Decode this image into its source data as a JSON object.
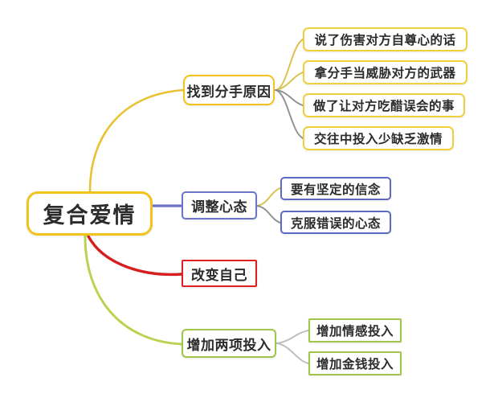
{
  "diagram": {
    "type": "mind-map",
    "background_color": "#ffffff",
    "root": {
      "label": "复合爱情",
      "color": "#f2c31d"
    },
    "branches": [
      {
        "id": "reason",
        "label": "找到分手原因",
        "color": "#f2c31d",
        "connector_color": "#e8c233",
        "children": [
          {
            "label": "说了伤害对方自尊心的话",
            "color": "#f0cf3c"
          },
          {
            "label": "拿分手当威胁对方的武器",
            "color": "#f0cf3c"
          },
          {
            "label": "做了让对方吃醋误会的事",
            "color": "#f0cf3c"
          },
          {
            "label": "交往中投入少缺乏激情",
            "color": "#f0cf3c"
          }
        ]
      },
      {
        "id": "mindset",
        "label": "调整心态",
        "color": "#6b74c8",
        "connector_color": "#6b74c8",
        "children": [
          {
            "label": "要有坚定的信念",
            "color": "#5d69c4"
          },
          {
            "label": "克服错误的心态",
            "color": "#5d69c4"
          }
        ]
      },
      {
        "id": "change-self",
        "label": "改变自己",
        "color": "#e02020",
        "connector_color": "#d62020",
        "children": []
      },
      {
        "id": "investment",
        "label": "增加两项投入",
        "color": "#9ec54a",
        "connector_color": "#bcd24e",
        "children": [
          {
            "label": "增加情感投入",
            "color": "#9ec54a"
          },
          {
            "label": "增加金钱投入",
            "color": "#9ec54a"
          }
        ]
      }
    ]
  }
}
